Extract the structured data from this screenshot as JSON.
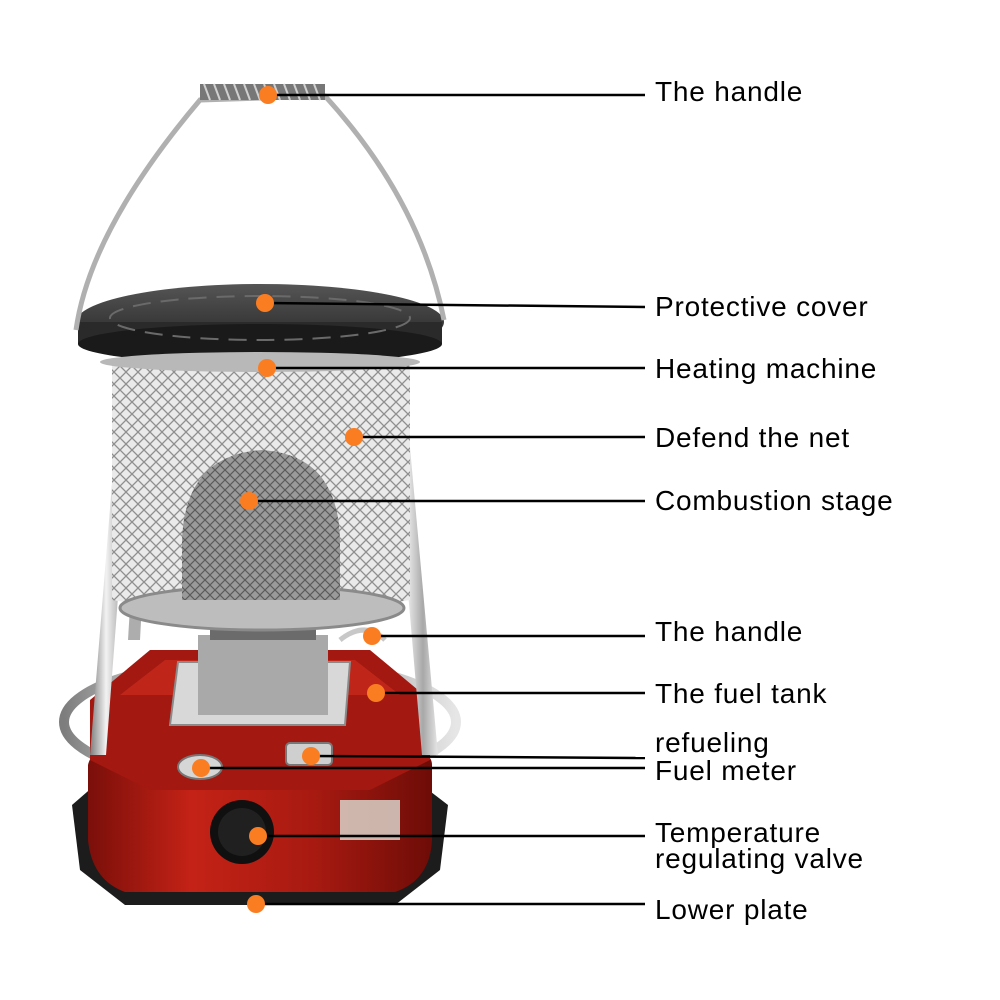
{
  "colors": {
    "marker": "#fb7d22",
    "leader_line": "#000000",
    "tank_red": "#b21b12",
    "chrome": "#c9c9c9",
    "cover_black": "#2a2a2a"
  },
  "callouts": [
    {
      "id": "handle-top",
      "label": "The handle"
    },
    {
      "id": "protective-cover",
      "label": "Protective cover"
    },
    {
      "id": "heating-machine",
      "label": "Heating machine"
    },
    {
      "id": "defend-net",
      "label": "Defend the net"
    },
    {
      "id": "combustion-stage",
      "label": "Combustion stage"
    },
    {
      "id": "handle-side",
      "label": "The handle"
    },
    {
      "id": "fuel-tank",
      "label": "The fuel tank"
    },
    {
      "id": "refueling",
      "label": "refueling"
    },
    {
      "id": "fuel-meter",
      "label": "Fuel meter"
    },
    {
      "id": "temp-valve",
      "label": "Temperature\nregulating valve"
    },
    {
      "id": "lower-plate",
      "label": "Lower plate"
    }
  ]
}
